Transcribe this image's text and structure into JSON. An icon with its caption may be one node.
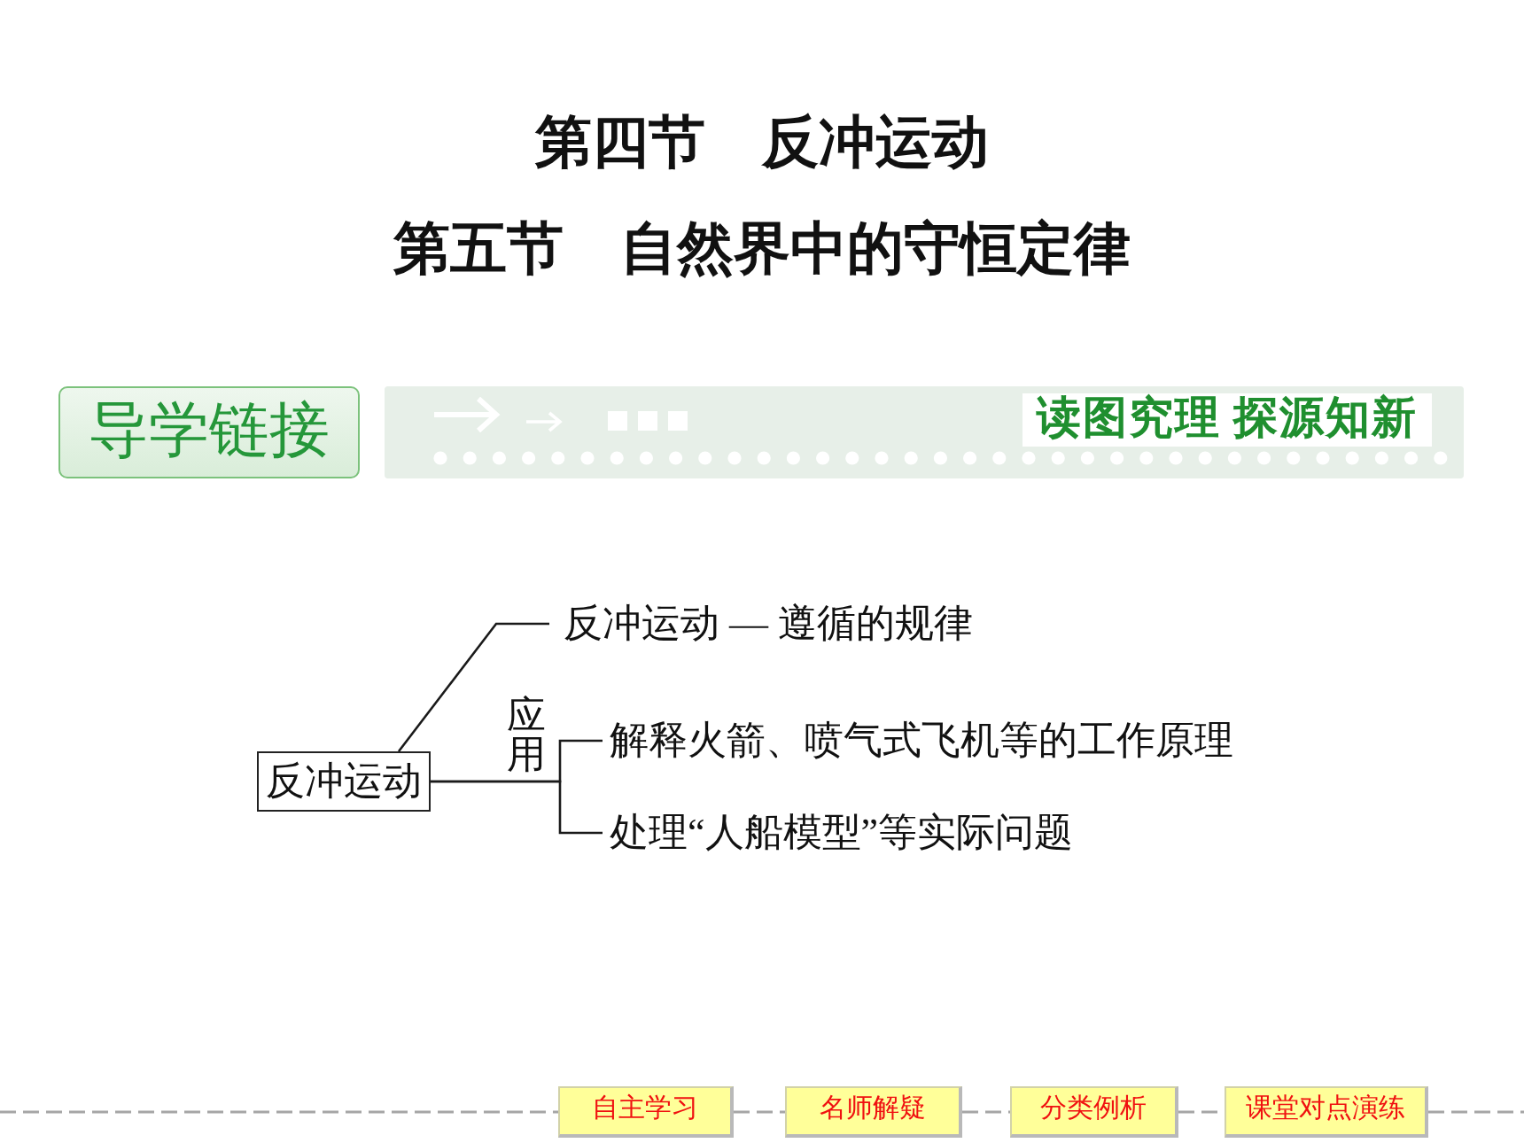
{
  "diagram": {
    "title": "第四节　反冲运动",
    "nodes": [
      {
        "text": [
          "导学链接"
        ]
      },
      {
        "text": [
          "读图究理 探源知新"
        ]
      },
      {
        "text": [
          "反冲运动"
        ]
      },
      {
        "text": [
          "反冲运动 — 遵循的规律"
        ]
      },
      {
        "text": [
          "解释火箭、喷气式飞机等的工作原理"
        ]
      },
      {
        "text": [
          "处理“人船模型”等实际问题"
        ]
      },
      {
        "text": [
          "自主学习"
        ]
      },
      {
        "text": [
          "名师解疑"
        ]
      },
      {
        "text": [
          "分类例析"
        ]
      },
      {
        "text": [
          "课堂对点演练"
        ]
      }
    ],
    "edges": [
      {
        "from": 2,
        "to": 3,
        "arrow": "none",
        "color": "#1a1a1a"
      },
      {
        "from": 2,
        "to": 4,
        "arrow": "none",
        "label": "应用",
        "color": "#1a1a1a"
      },
      {
        "from": 2,
        "to": 5,
        "arrow": "none",
        "color": "#1a1a1a"
      },
      {
        "from": null,
        "to": 6,
        "arrow": "none",
        "style": "dashed",
        "color": "#a6a6a6"
      },
      {
        "from": 6,
        "to": 7,
        "arrow": "none",
        "style": "dashed",
        "color": "#a6a6a6"
      },
      {
        "from": 7,
        "to": 8,
        "arrow": "none",
        "style": "dashed",
        "color": "#a6a6a6"
      },
      {
        "from": 8,
        "to": 9,
        "arrow": "none",
        "style": "dashed",
        "color": "#a6a6a6"
      },
      {
        "from": 9,
        "to": null,
        "arrow": "none",
        "style": "dashed",
        "color": "#a6a6a6"
      }
    ],
    "labels": [
      "第五节　自然界中的守恒定律"
    ]
  }
}
